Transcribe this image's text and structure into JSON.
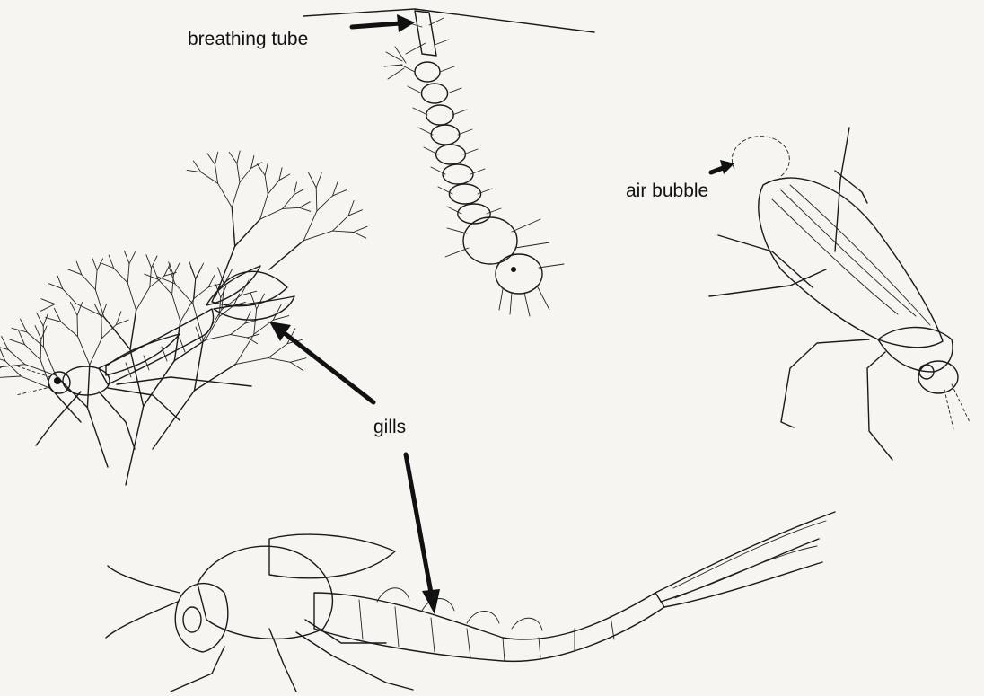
{
  "labels": {
    "breathing_tube": "breathing tube",
    "air_bubble": "air bubble",
    "gills": "gills"
  },
  "figures": [
    {
      "name": "mosquito-larva",
      "label_key": "breathing_tube"
    },
    {
      "name": "water-beetle",
      "label_key": "air_bubble"
    },
    {
      "name": "damselfly-nymph",
      "label_key": "gills"
    },
    {
      "name": "mayfly-nymph",
      "label_key": "gills"
    }
  ],
  "colors": {
    "ink": "#1a1a1a",
    "paper": "#f6f5f2"
  }
}
